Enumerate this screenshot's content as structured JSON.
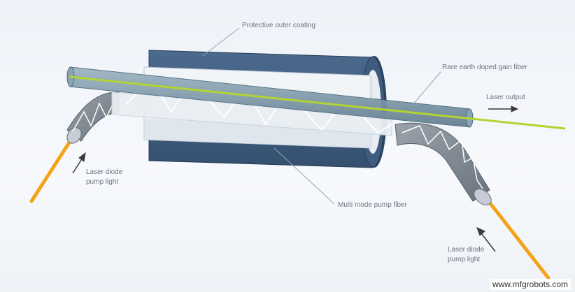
{
  "labels": {
    "protective_outer_coating": "Protective outer coating",
    "rare_earth_fiber": "Rare earth doped gain fiber",
    "laser_output": "Laser output",
    "laser_diode_left": "Laser diode\npump light",
    "laser_diode_right": "Laser diode\npump light",
    "multi_mode_pump_fiber": "Multi mode pump fiber"
  },
  "watermark": "www.mfgrobots.com",
  "colors": {
    "coating": "#3f5b7d",
    "coating_dark": "#2f4763",
    "cladding": "#d7e0ea",
    "core_line": "#b3d431",
    "gain_fiber": "#7f9aaa",
    "pump_fiber": "#7d8791",
    "pump_light": "#f5a21b",
    "leader": "#9aa3ad",
    "arrow": "#3a3a3a"
  }
}
